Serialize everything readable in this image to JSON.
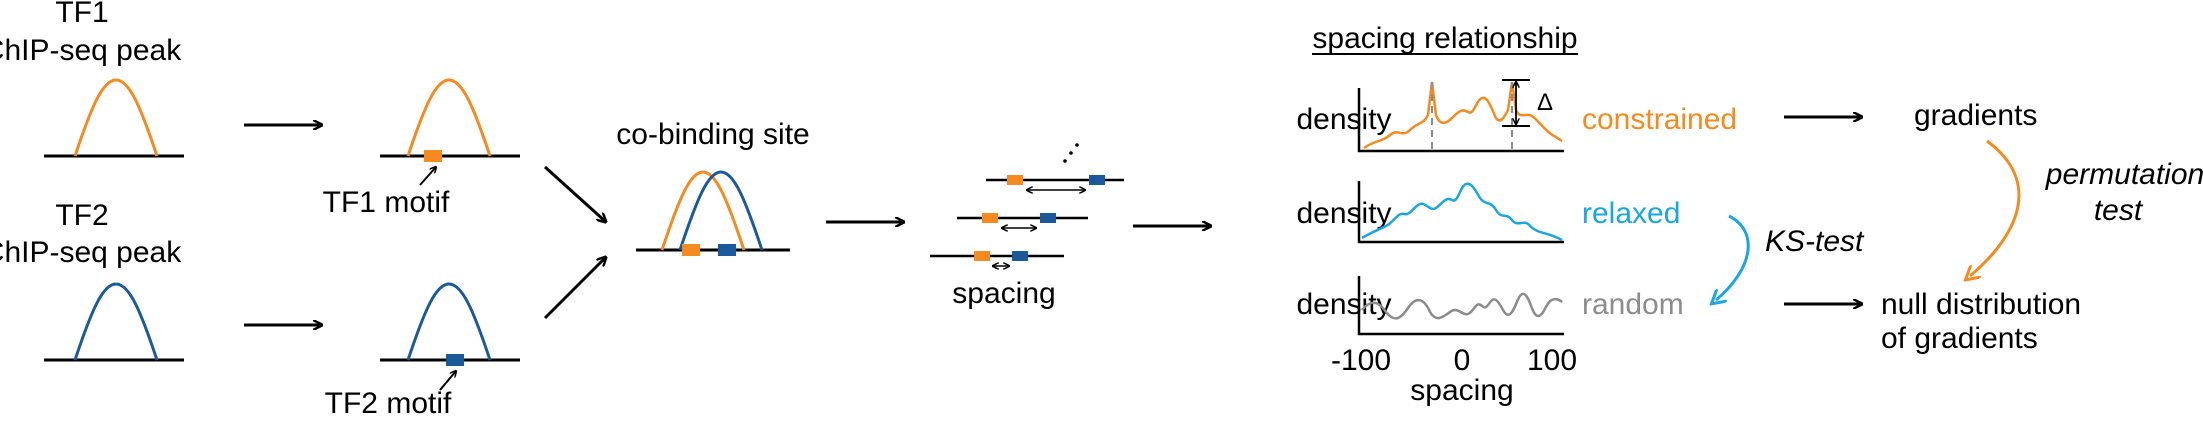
{
  "colors": {
    "tf1": "#F58A1F",
    "tf2": "#1B5A9A",
    "relaxed": "#1AA6E0",
    "random": "#8C8C8C",
    "black": "#000000",
    "dashed": "#8C8C8C"
  },
  "left": {
    "tf1_title_line1": "TF1",
    "tf1_title_line2": "ChIP-seq peak",
    "tf2_title_line1": "TF2",
    "tf2_title_line2": "ChIP-seq peak",
    "tf1_motif": "TF1 motif",
    "tf2_motif": "TF2 motif"
  },
  "middle": {
    "cobinding_label": "co-binding site",
    "spacing_label": "spacing"
  },
  "right": {
    "section_title": "spacing relationship",
    "density_label": "density",
    "delta_symbol": "Δ",
    "constrained": "constrained",
    "relaxed": "relaxed",
    "random": "random",
    "x_ticks": [
      "-100",
      "0",
      "100"
    ],
    "x_axis_label": "spacing",
    "ks_test": "KS-test",
    "permutation_line1": "permutation",
    "permutation_line2": "test",
    "gradients": "gradients",
    "null_line1": "null distribution",
    "null_line2": "of gradients"
  },
  "icons": [
    "right-arrow-icon",
    "diagonal-arrow-icon",
    "curved-arrow-icon",
    "double-headed-arrow-icon",
    "ellipsis-icon"
  ]
}
